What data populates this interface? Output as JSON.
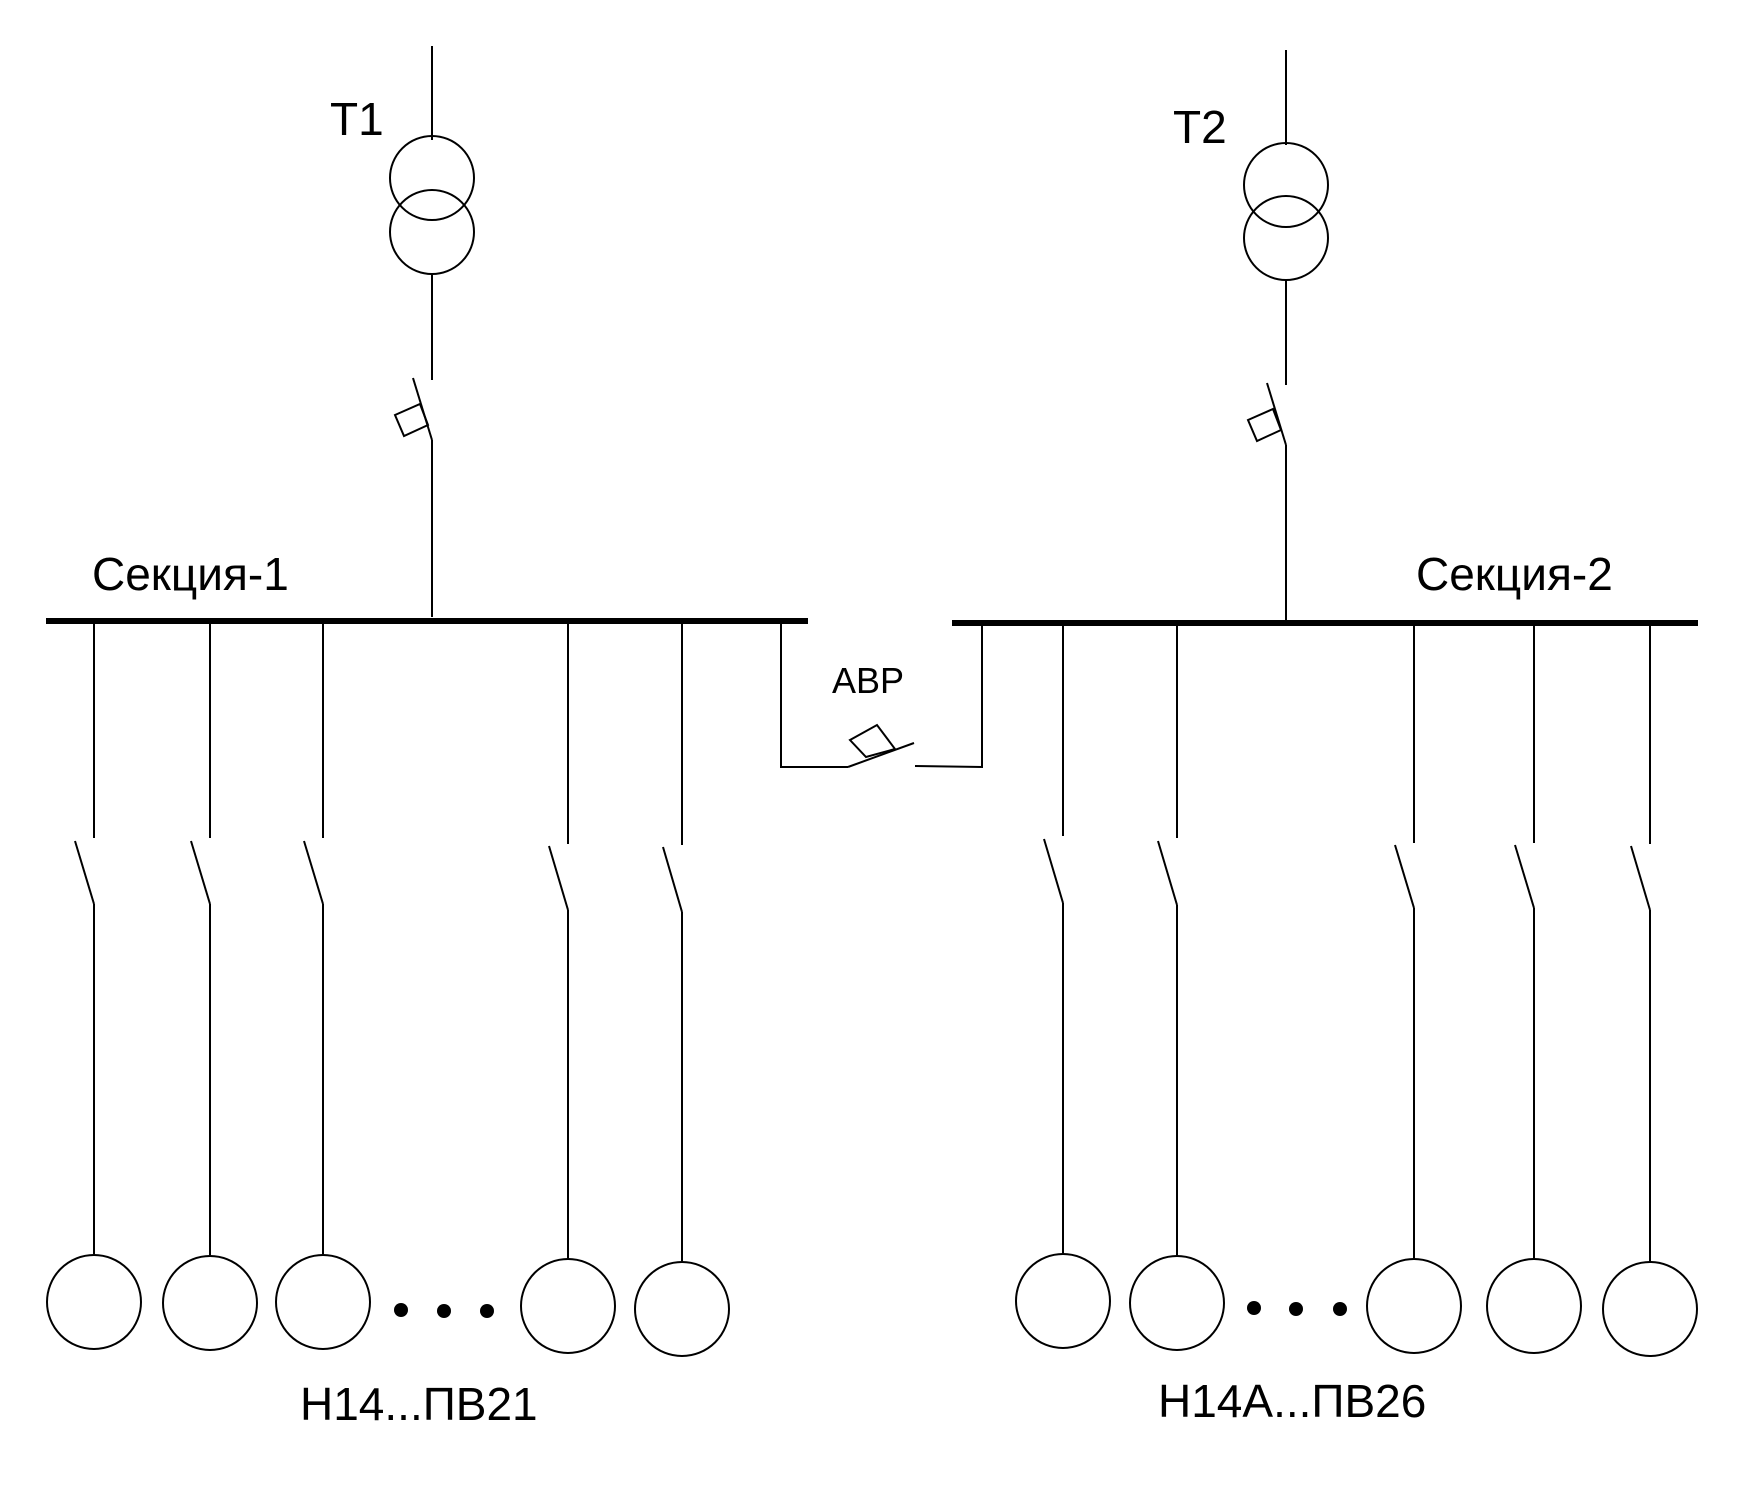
{
  "transformers": [
    {
      "label": "Т1"
    },
    {
      "label": "Т2"
    }
  ],
  "sections": [
    {
      "label": "Секция-1"
    },
    {
      "label": "Секция-2"
    }
  ],
  "tie": {
    "label": "АВР"
  },
  "load_groups": [
    {
      "label": "Н14...ПВ21",
      "motor_count": 5
    },
    {
      "label": "Н14А...ПВ26",
      "motor_count": 5
    }
  ],
  "colors": {
    "line": "#000000",
    "background": "#ffffff"
  }
}
